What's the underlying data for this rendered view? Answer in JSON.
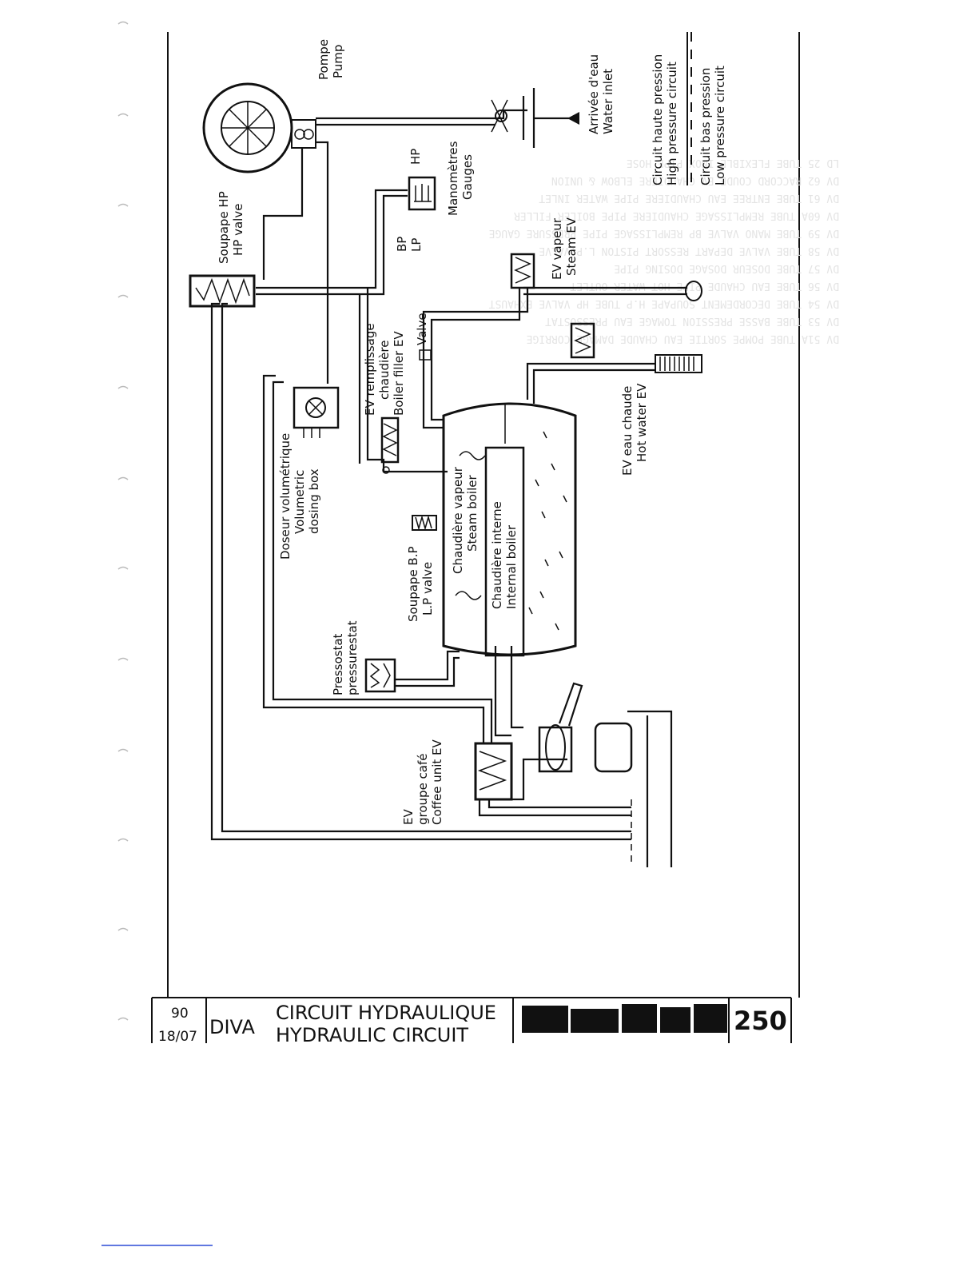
{
  "labels": {
    "pump_fr": "Pompe",
    "pump_en": "Pump",
    "water_inlet_fr": "Arrivée d'eau",
    "water_inlet_en": "Water inlet",
    "hp_valve_fr": "Soupape HP",
    "hp_valve_en": "HP valve",
    "gauges_fr": "Manomètres",
    "gauges_en": "Gauges",
    "gauge_hp": "HP",
    "gauge_bp": "BP",
    "gauge_lp": "LP",
    "steam_ev_fr": "EV vapeur",
    "steam_ev_en": "Steam EV",
    "valve": "Valve",
    "filler_fr_1": "EV remplissage",
    "filler_fr_2": "chaudière",
    "filler_en": "Boiler filler EV",
    "hot_water_ev_fr": "EV eau chaude",
    "hot_water_ev_en": "Hot water EV",
    "dosing_fr": "Doseur volumétrique",
    "dosing_en_1": "Volumetric",
    "dosing_en_2": "dosing box",
    "steam_boiler_fr": "Chaudière vapeur",
    "steam_boiler_en": "Steam boiler",
    "internal_boiler_fr": "Chaudière interne",
    "internal_boiler_en": "Internal boiler",
    "lp_valve_fr": "Soupape B.P",
    "lp_valve_en": "L.P valve",
    "pressurestat_fr": "Pressostat",
    "pressurestat_en": "pressurestat",
    "coffee_ev_1": "EV",
    "coffee_ev_fr": "groupe café",
    "coffee_ev_en": "Coffee unit EV"
  },
  "legend": {
    "hp_fr": "Circuit haute pression",
    "hp_en": "High pressure circuit",
    "lp_fr": "Circuit bas pression",
    "lp_en": "Low pressure circuit"
  },
  "title_block": {
    "year": "90",
    "date": "18/07",
    "model": "DIVA",
    "title_fr": "CIRCUIT HYDRAULIQUE",
    "title_en": "HYDRAULIC CIRCUIT",
    "page": "250"
  }
}
